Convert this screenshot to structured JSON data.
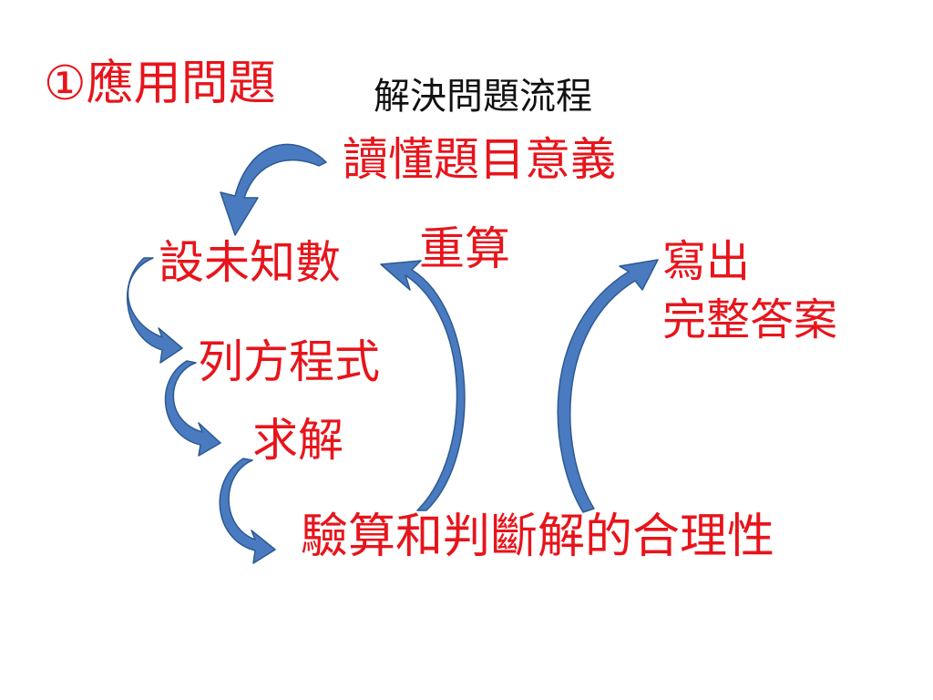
{
  "slide": {
    "heading": "①應用問題",
    "subtitle": "解決問題流程"
  },
  "steps": {
    "read": "讀懂題目意義",
    "set_variable": "設未知數",
    "recalculate": "重算",
    "write_answer_line1": "寫出",
    "write_answer_line2": "完整答案",
    "equation": "列方程式",
    "solve": "求解",
    "verify": "驗算和判斷解的合理性"
  },
  "colors": {
    "step_text": "#e8141b",
    "heading_text": "#e8141b",
    "subtitle_text": "#111111",
    "arrow_fill": "#4a7bc0",
    "arrow_stroke": "#2c5a92"
  },
  "icons": [
    "curved-arrow-icon"
  ]
}
